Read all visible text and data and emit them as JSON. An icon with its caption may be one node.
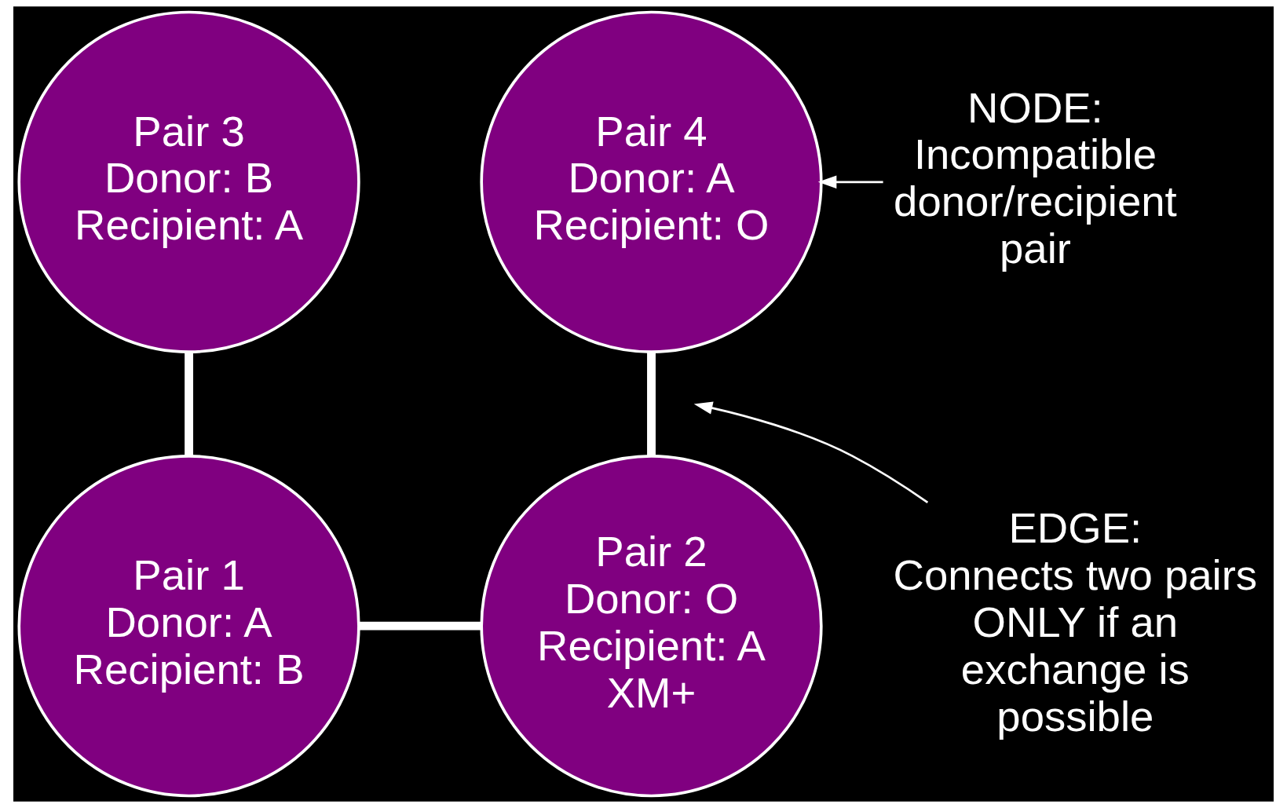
{
  "diagram": {
    "nodes": [
      {
        "text": [
          "Pair 3",
          "Donor: B",
          "Recipient: A"
        ]
      },
      {
        "text": [
          "Pair 4",
          "Donor: A",
          "Recipient: O"
        ]
      },
      {
        "text": [
          "Pair 1",
          "Donor: A",
          "Recipient: B"
        ]
      },
      {
        "text": [
          "Pair 2",
          "Donor: O",
          "Recipient: A",
          "XM+"
        ]
      },
      {
        "text": [
          "NODE:",
          "Incompatible donor/recipient pair"
        ]
      },
      {
        "text": [
          "EDGE:",
          "Connects two pairs ONLY if an exchange is possible"
        ]
      }
    ],
    "edges": [
      {
        "from": 0,
        "to": 2,
        "arrow": "none"
      },
      {
        "from": 1,
        "to": 3,
        "arrow": "none"
      },
      {
        "from": 2,
        "to": 3,
        "arrow": "none"
      },
      {
        "from": 4,
        "to": 1,
        "arrow": "to"
      },
      {
        "from": 5,
        "to": null,
        "arrow": "to"
      }
    ]
  }
}
